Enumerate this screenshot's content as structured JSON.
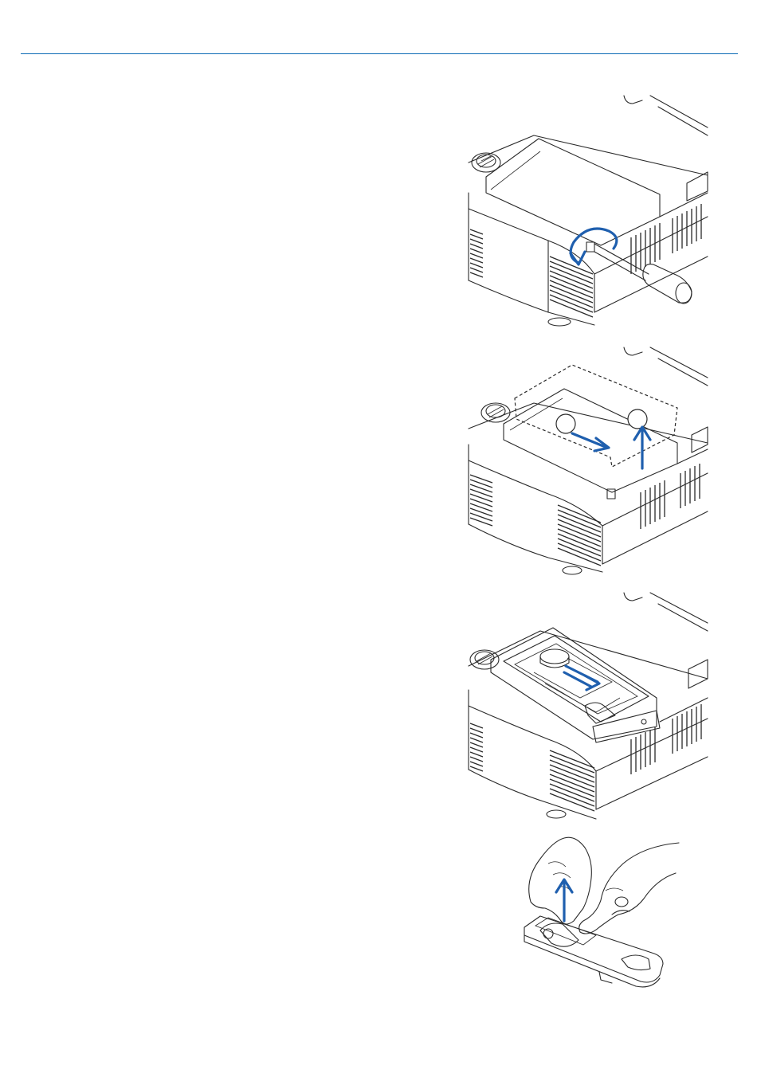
{
  "colors": {
    "header_rule": "#0b6bb5",
    "arrow": "#1f5fae",
    "line_art": "#2a2a2a"
  },
  "figures": [
    {
      "id": "remove-screw",
      "arrow_type": "rotation"
    },
    {
      "id": "slide-lift-cover",
      "arrow_type": "slide-and-lift",
      "callout_circles": 2
    },
    {
      "id": "lamp-compartment",
      "arrow_type": "slide"
    },
    {
      "id": "peel-sheet",
      "arrow_type": "lift"
    }
  ]
}
